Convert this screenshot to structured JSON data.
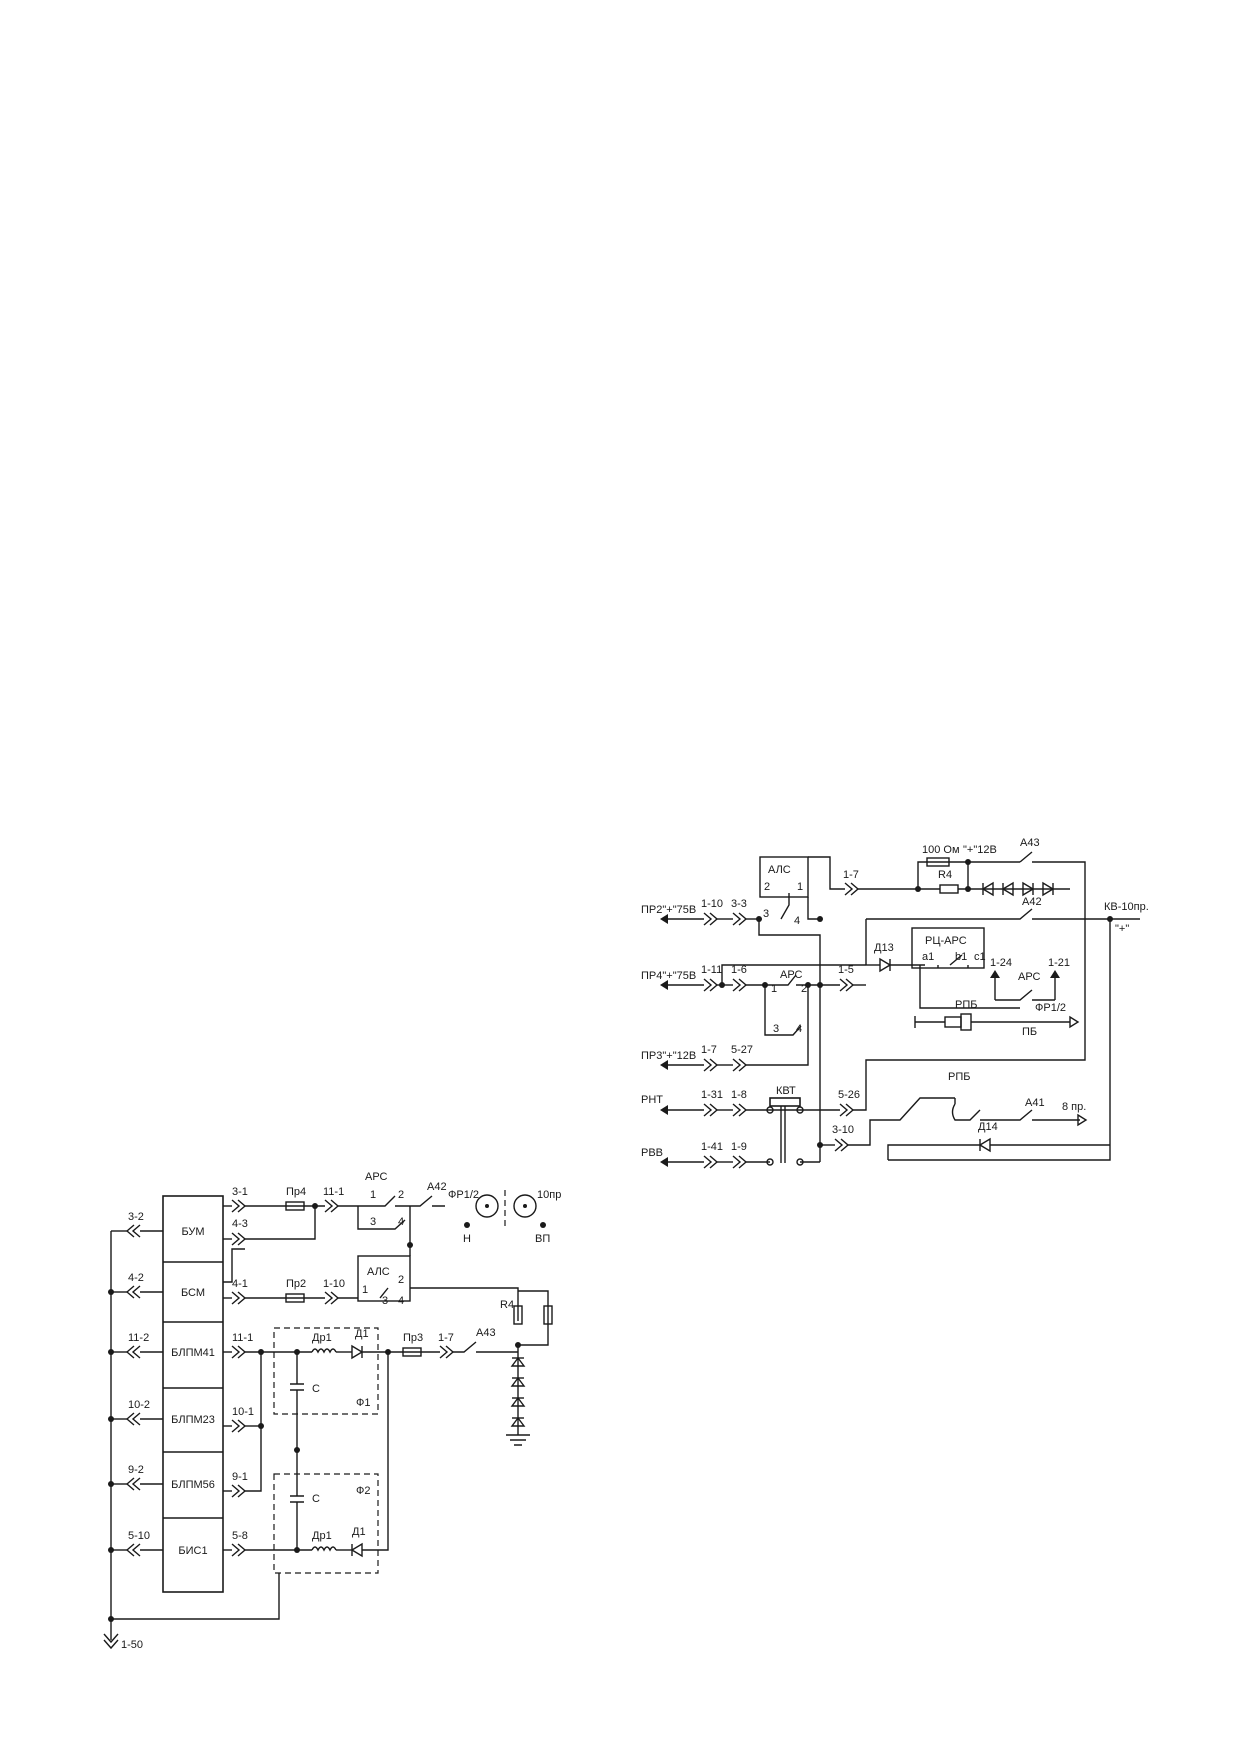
{
  "left_diagram": {
    "blocks": [
      "БУМ",
      "БСМ",
      "БЛПМ41",
      "БЛПМ23",
      "БЛПМ56",
      "БИС1"
    ],
    "bus_connectors": [
      "3-2",
      "4-2",
      "11-2",
      "10-2",
      "9-2",
      "5-10"
    ],
    "block_connectors": [
      "3-1",
      "4-3",
      "4-1",
      "11-1",
      "10-1",
      "9-1",
      "5-8"
    ],
    "fuses": [
      "Пр4",
      "Пр2",
      "Пр3"
    ],
    "line_connectors": [
      "11-1",
      "1-10",
      "1-7"
    ],
    "relays": {
      "ars": {
        "name": "АРС",
        "pins": [
          "1",
          "2",
          "3",
          "4"
        ]
      },
      "als": {
        "name": "АЛС",
        "pins": [
          "1",
          "2",
          "3",
          "4"
        ]
      }
    },
    "switches": [
      "А42",
      "А43"
    ],
    "lamp": "ФР1/2",
    "lamp_right": "10пр",
    "marks": [
      "Н",
      "ВП"
    ],
    "resistor": "R4",
    "filters": [
      {
        "name": "Ф1",
        "choke": "Др1",
        "diode": "Д1",
        "cap": "С"
      },
      {
        "name": "Ф2",
        "choke": "Др1",
        "diode": "Д1",
        "cap": "С"
      }
    ],
    "ground_connector": "1-50"
  },
  "right_diagram": {
    "inputs": [
      {
        "name": "ПР2\"+\"75В",
        "c1": "1-10",
        "c2": "3-3"
      },
      {
        "name": "ПР4\"+\"75В",
        "c1": "1-11",
        "c2": "1-6"
      },
      {
        "name": "ПР3\"+\"12В",
        "c1": "1-7",
        "c2": "5-27"
      },
      {
        "name": "РНТ",
        "c1": "1-31",
        "c2": "1-8"
      },
      {
        "name": "РВВ",
        "c1": "1-41",
        "c2": "1-9"
      }
    ],
    "relays": {
      "als": {
        "name": "АЛС",
        "pins": [
          "2",
          "1",
          "3",
          "4"
        ]
      },
      "ars": {
        "name": "АРС",
        "pins": [
          "1",
          "2",
          "3",
          "4"
        ]
      },
      "ars2": "АРС",
      "kvt": "КВТ",
      "rc_ars": {
        "name": "РЦ-АРС",
        "contacts": [
          "a1",
          "b1",
          "c1"
        ]
      },
      "rpb": "РПБ",
      "rpb2": "РПБ"
    },
    "connectors": [
      "1-7",
      "1-5",
      "5-26",
      "3-10",
      "1-24",
      "1-21"
    ],
    "resistor_value": "100 Ом",
    "resistor": "R4",
    "supply": "\"+\"12В",
    "switches": [
      "А43",
      "А42",
      "А41"
    ],
    "diodes": [
      "Д13",
      "Д14"
    ],
    "outputs": {
      "kv": "КВ-10пр.",
      "plus": "\"+\"",
      "fr": "ФР1/2",
      "pb": "ПБ",
      "out8": "8 пр."
    }
  }
}
